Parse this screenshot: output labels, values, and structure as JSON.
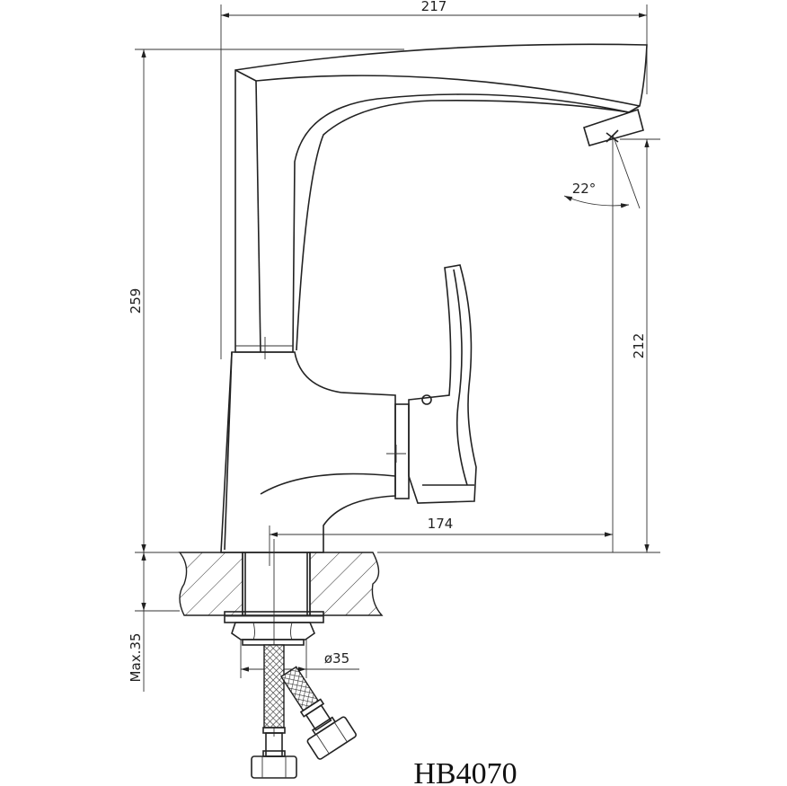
{
  "drawing": {
    "model": "HB4070",
    "dimensions": {
      "overall_width": "217",
      "overall_height": "259",
      "spout_height": "212",
      "spout_reach": "174",
      "spout_angle": "22°",
      "max_counter_thickness": "Max.35",
      "hole_diameter": "ø35"
    }
  }
}
